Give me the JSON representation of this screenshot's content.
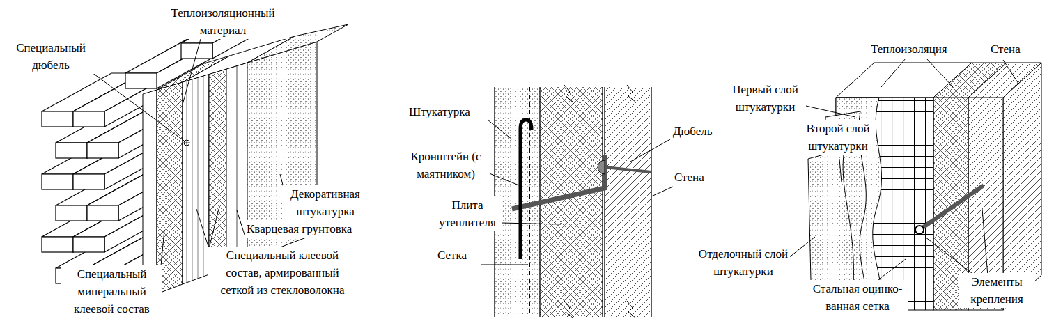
{
  "diagram": {
    "labels": [
      "Теплоизоляционный материал",
      "Специальный дюбель",
      "Декоративная штукатурка",
      "Кварцевая грунтовка",
      "Специальный клеевой состав, армированный сеткой из стекловолокна",
      "Специальный минеральный клеевой состав",
      "Штукатурка",
      "Кронштейн (с маятником)",
      "Плита утеплителя",
      "Сетка",
      "Дюбель",
      "Стена",
      "Теплоизоляция",
      "Стена",
      "Первый слой штукатурки",
      "Второй слой штукатурки",
      "Отделочный слой штукатурки",
      "Стальная оцинко- ванная сетка",
      "Элементы крепления"
    ]
  }
}
